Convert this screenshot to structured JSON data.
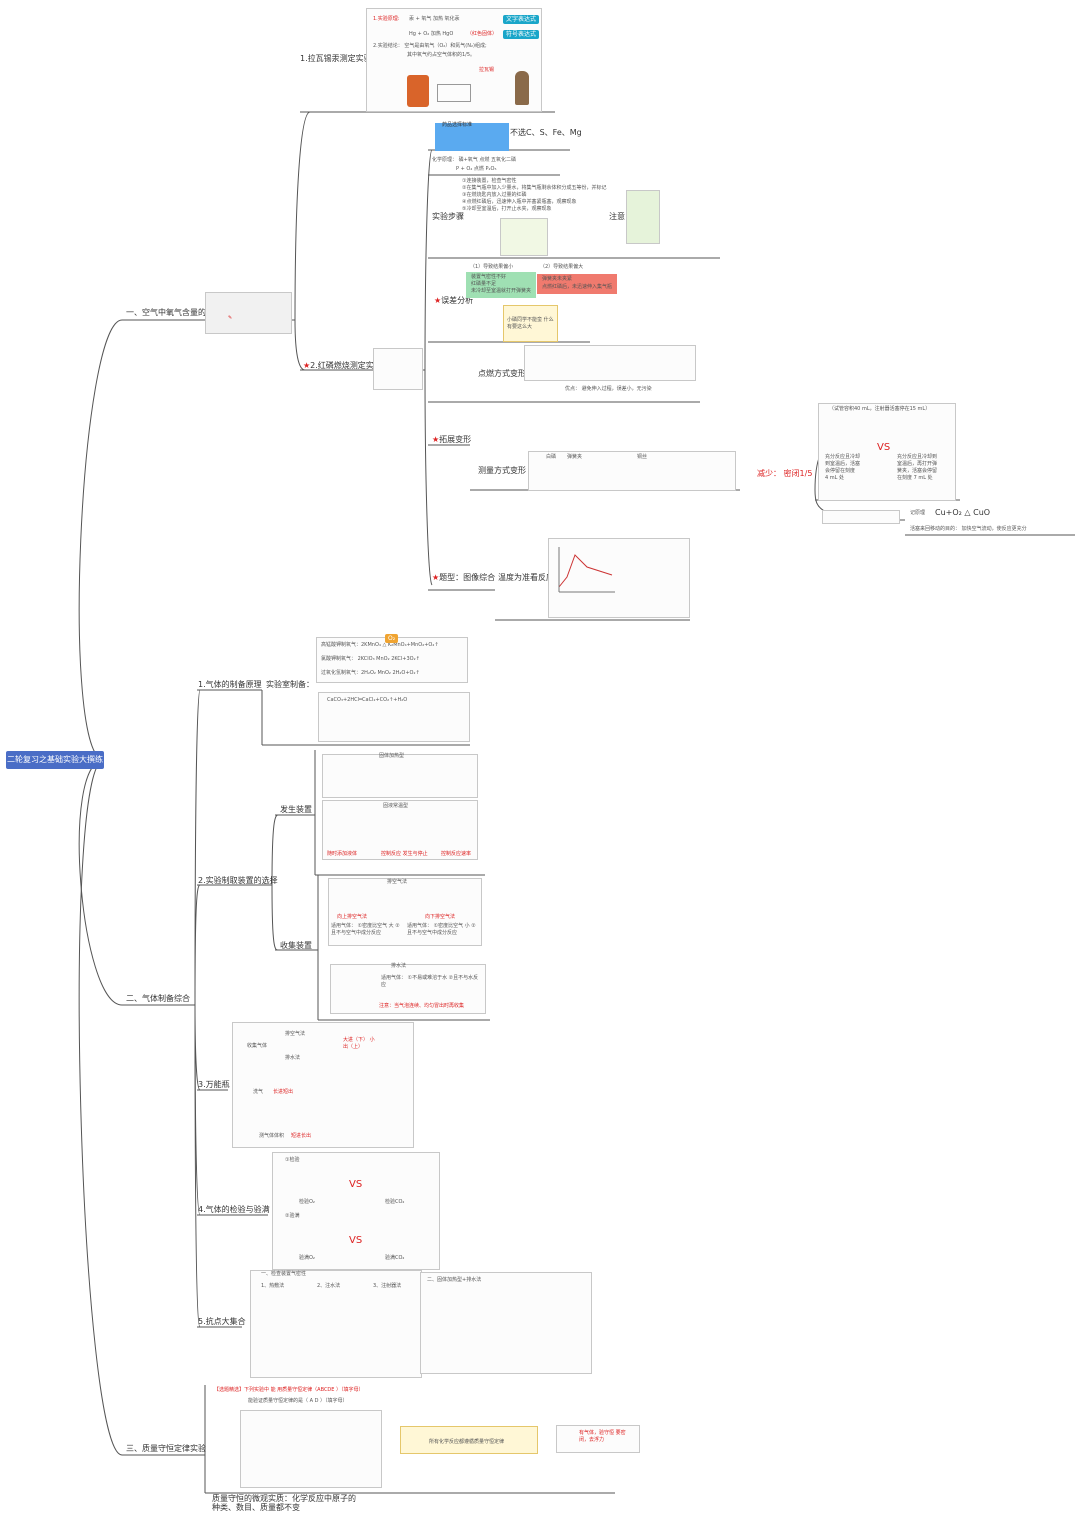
{
  "root": {
    "label": "二轮复习之基础实验大撰练"
  },
  "branches": [
    {
      "label": "一、空气中氧气含量的测定"
    },
    {
      "label": "二、气体制备综合"
    },
    {
      "label": "三、质量守恒定律实验"
    }
  ],
  "air": {
    "lavoisier": "1.拉瓦锡汞测定实验",
    "lavoisier_box": {
      "principle": "1.实验原理:",
      "word_eq": "汞 + 氧气  加热  氧化汞",
      "symbol_eq": "Hg + O₂  加热  HgO",
      "red_note": "（红色固体）",
      "tag_word": "文字表达式",
      "tag_symbol": "符号表达式",
      "conclusion": "2.实验结论： 空气是由氧气（O₂）和氮气(N₂)组成;",
      "conclusion2": "其中氧气约占空气体积的1/5。",
      "person": "拉瓦锡"
    },
    "phosphorus": "2.红磷燃烧测定实验",
    "drug_choice": "药品选择标准",
    "not_choose": "不选C、S、Fe、Mg",
    "formula": "化学原理：  磷+氧气  点燃  五氧化二磷",
    "formula2": "P + O₂  点燃  P₂O₅",
    "steps": "实验步骤",
    "step_lines": [
      "①连接装置，检查气密性",
      "②在集气瓶中加入少量水，将集气瓶剩余体积分成五等份，并标记",
      "③在燃烧匙内放入过量的红磷",
      "④点燃红磷后，迅速伸入瓶中并塞紧瓶塞，观察现象",
      "⑤冷却至室温后，打开止水夹，观察现象"
    ],
    "notice": "注意",
    "error": "误差分析",
    "error_small": "（1）导致结果偏小",
    "error_large": "（2）导致结果偏大",
    "error_small_items": [
      "装置气密性不好",
      "红磷量不足",
      "未冷却至室温就打开弹簧夹"
    ],
    "error_large_items": [
      "弹簧夹未夹紧",
      "点燃红磷后，未迅速伸入集气瓶"
    ],
    "cartoon": "小磷同学不能蛮 什么有要这么大",
    "ignite": "点燃方式变形",
    "advantage": "优点：  避免伸入过程，误差小，无污染",
    "expand": "拓展变形",
    "measure": "测量方式变形",
    "white_p": "白磷",
    "clamp": "弹簧夹",
    "copper": "铜丝",
    "reduce": "减少：  密闭1/5",
    "syringe_title": "（试管容积40 mL，注射器活塞停在15 mL）",
    "syringe_left": [
      "充分反应且冷却",
      "到室温后，活塞",
      "会停留在刻度",
      "4 mL 处"
    ],
    "syringe_right": [
      "充分反应且冷却到",
      "室温后，再打开弹",
      "簧夹，活塞会停留",
      "在刻度 7 mL 处"
    ],
    "vs": "VS",
    "cu_label": "记原理",
    "cu_eq": "Cu+O₂  △  CuO",
    "piston_note": "活塞来回移动的目的：  加快空气流动，使反应更充分",
    "graph": "题型：图像综合",
    "graph_sub": "温度为准看反应"
  },
  "gas": {
    "principle": "1.气体的制备原理",
    "lab_method": "实验室制备：",
    "kmno4": "高锰酸钾制氧气：2KMnO₄ △ K₂MnO₄+MnO₂+O₂↑",
    "kclo3": "氯酸钾制氧气：  2KClO₃ MnO₂ 2KCl+3O₂↑",
    "h2o2": "过氧化氢制氧气：2H₂O₂ MnO₂ 2H₂O+O₂↑",
    "co2": "CaCO₃+2HCl═CaCl₂+CO₂↑+H₂O",
    "device_choice": "2.实验制取装置的选择",
    "generator": "发生装置",
    "solid_heat": "固体加热型",
    "solid_liquid": "固液常温型",
    "sl_labels": [
      "随时添加液体",
      "控制反应 发生与停止",
      "控制反应速率"
    ],
    "collector": "收集装置",
    "air_method": "排空气法",
    "up_air": "向上排空气法",
    "down_air": "向下排空气法",
    "suit_up": "适用气体：  ①密度比空气  大  ②且不与空气中成分反应",
    "suit_down": "适用气体：  ①密度比空气  小  ②且不与空气中成分反应",
    "water_method": "排水法",
    "water_suit": "适用气体：  ①不易或难溶于水  ②且不与水反应",
    "water_note": "注意：当气泡连续、均匀冒出时再收集",
    "universal": "3.万能瓶",
    "collect_gas": "收集气体",
    "air_col": "排空气法",
    "water_col": "排水法",
    "big_small": "大进（下）  小出（上）",
    "wash": "洗气",
    "long_in": "长进短出",
    "measure_vol": "测气体体积",
    "short_in": "短进长出",
    "inspect": "4.气体的检验与验满",
    "inspect1": "①检验",
    "inspect2": "②验满",
    "oxygen": "检验O₂",
    "co2_check": "检验CO₂",
    "full_o2": "验满O₂",
    "full_co2": "验满CO₂",
    "points": "5.抗点大集合",
    "airtight": "一、检查装置气密性",
    "methods": [
      "1、热敷法",
      "2、注水法",
      "3、注射器法"
    ],
    "solid_heat_water": "二、固体加热型+排水法"
  },
  "mass": {
    "q1": "【选题精选】下列实验中  能  用质量守恒定律（ABCDE ）（填字母）",
    "q2": "能验证质量守恒定律的是（ A D ）（填字母）",
    "banner": "所有化学反应都遵循质量守恒定律",
    "memo": "有气体，验守恒  要密闭，去浮力",
    "micro": "质量守恒的微观实质：化学反应中原子的种类、数目、质量都不变"
  },
  "colors": {
    "root": "#4a6dc6",
    "accent": "#1aa6c9",
    "red": "#dd2222",
    "line": "#555555"
  }
}
